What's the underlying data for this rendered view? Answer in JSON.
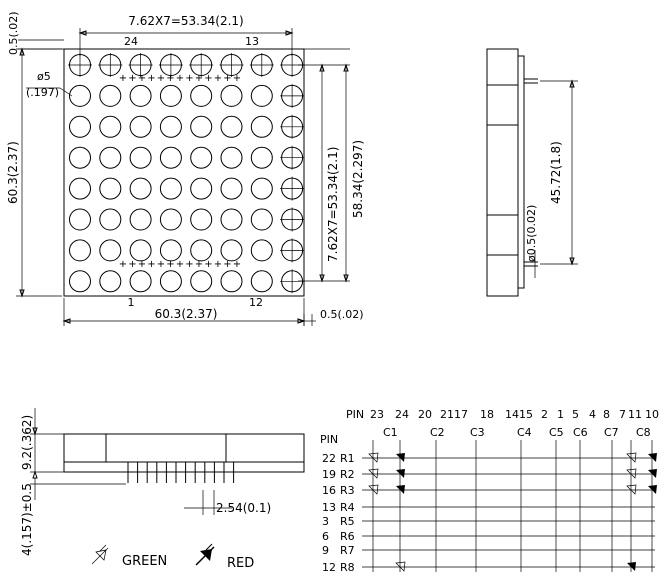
{
  "front_view": {
    "top_dim": "7.62X7=53.34(2.1)",
    "top_left_dim": "0.5(.02)",
    "left_dim": "60.3(2.37)",
    "hole_dim": "ø5",
    "hole_dim_in": "(.197)",
    "pitch_dim_vertical": "7.62X7=53.34(2.1)",
    "span_dim_vertical": "58.34(2.297)",
    "bottom_dim": "60.3(2.37)",
    "bottom_right_dim": "0.5(.02)",
    "pin_labels_top": [
      "24",
      "13"
    ],
    "pin_labels_bottom": [
      "1",
      "12"
    ],
    "rows": 8,
    "cols": 8
  },
  "side_view": {
    "height_dim": "45.72(1.8)",
    "pin_dim": "ø0.5(0.02)"
  },
  "bottom_view": {
    "height_dim": "9.2(.362)",
    "pin_length_dim": "4(.157)±0.5",
    "pitch_dim": "2.54(0.1)"
  },
  "legend": {
    "green_label": "GREEN",
    "red_label": "RED"
  },
  "schematic": {
    "pin_header": "PIN",
    "pin_row_label": "PIN",
    "column_pins": [
      "23",
      "24",
      "20",
      "21",
      "17",
      "18",
      "14",
      "15",
      "2",
      "1",
      "5",
      "4",
      "8",
      "7",
      "11",
      "10"
    ],
    "columns": [
      "C1",
      "C2",
      "C3",
      "C4",
      "C5",
      "C6",
      "C7",
      "C8"
    ],
    "rows": [
      {
        "pin": "22",
        "name": "R1"
      },
      {
        "pin": "19",
        "name": "R2"
      },
      {
        "pin": "16",
        "name": "R3"
      },
      {
        "pin": "13",
        "name": "R4"
      },
      {
        "pin": "3",
        "name": "R5"
      },
      {
        "pin": "6",
        "name": "R6"
      },
      {
        "pin": "9",
        "name": "R7"
      },
      {
        "pin": "12",
        "name": "R8"
      }
    ]
  }
}
